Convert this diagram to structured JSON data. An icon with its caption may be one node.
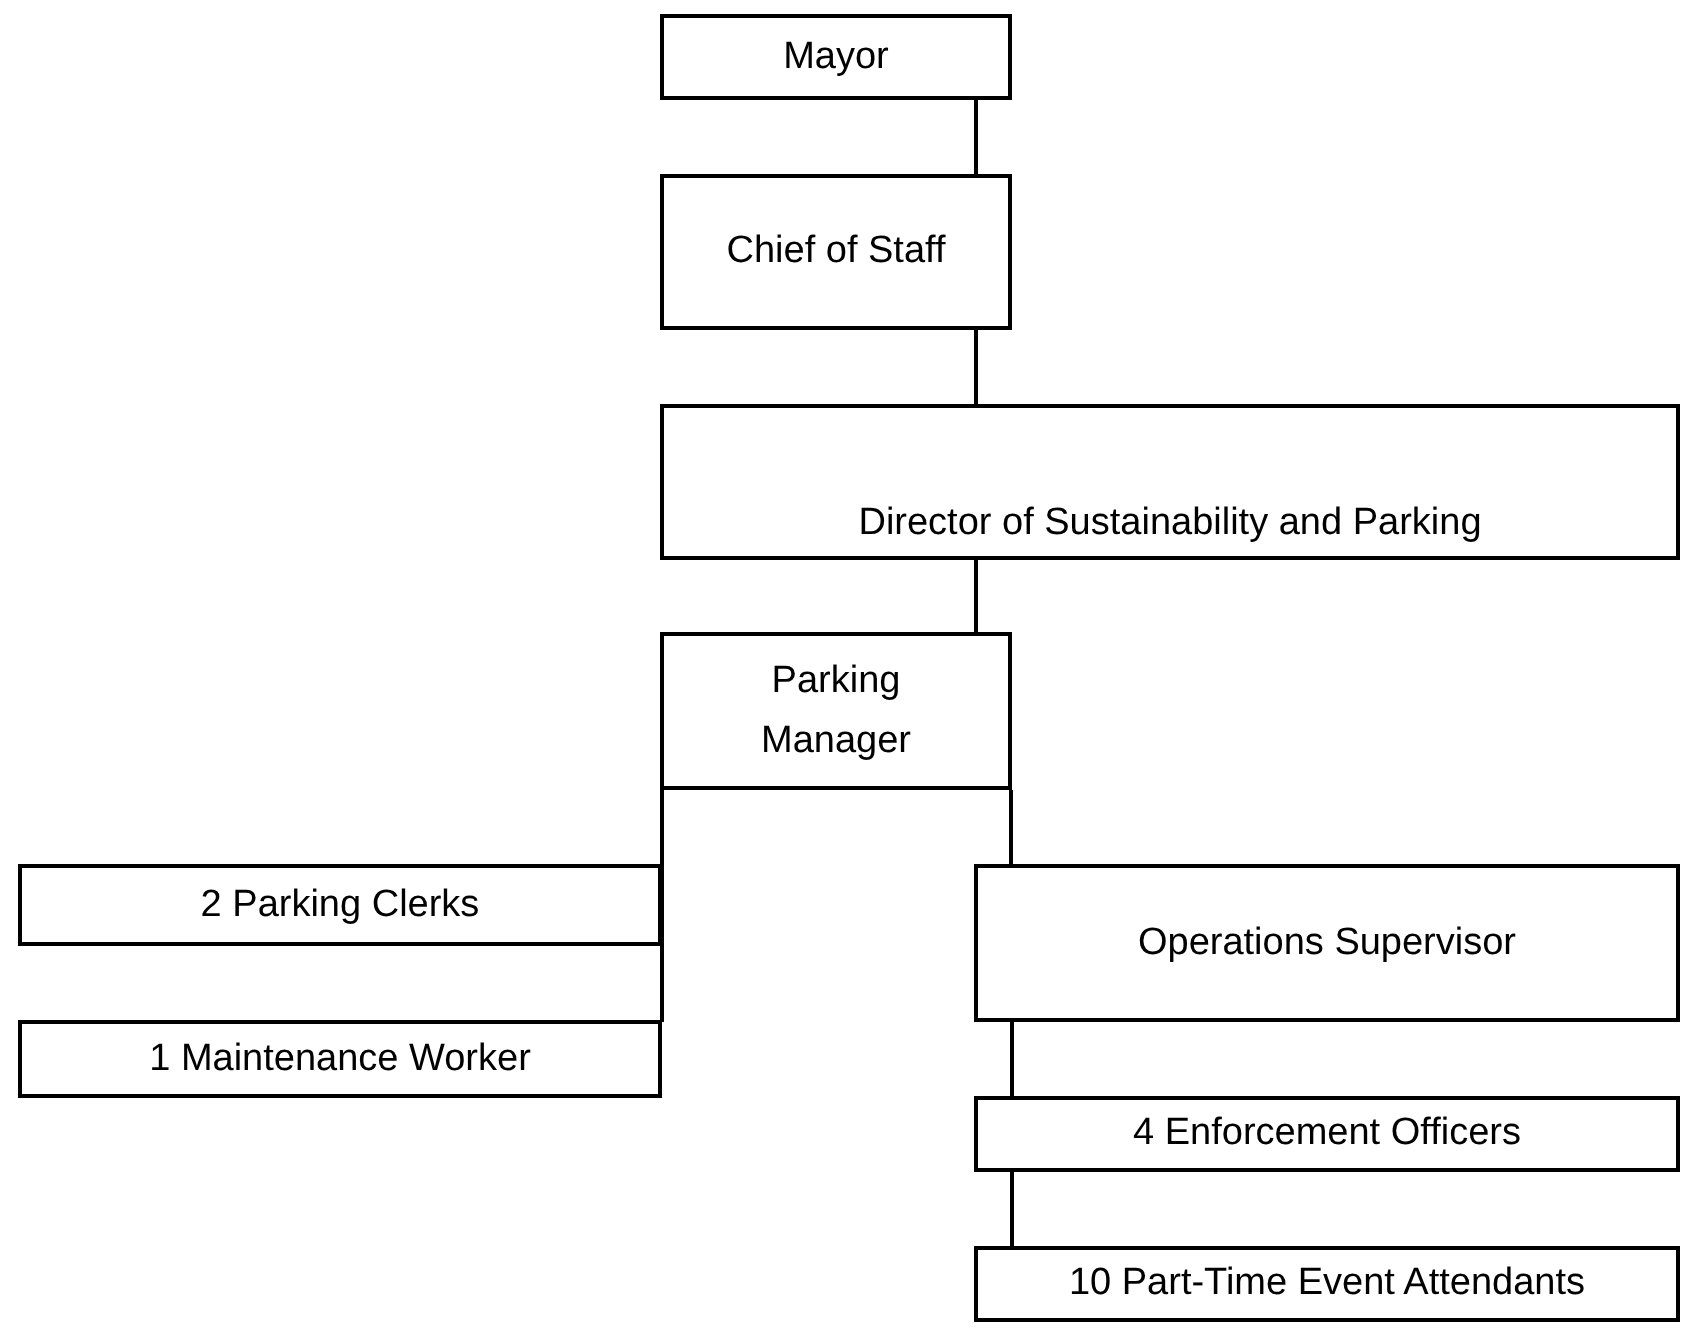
{
  "diagram": {
    "nodes": [
      {
        "text": [
          "Mayor"
        ]
      },
      {
        "text": [
          "Chief of Staff"
        ]
      },
      {
        "text": [
          "Director of Sustainability and Parking"
        ]
      },
      {
        "text": [
          "Parking Manager"
        ]
      },
      {
        "text": [
          "2 Parking Clerks"
        ]
      },
      {
        "text": [
          "1 Maintenance Worker"
        ]
      },
      {
        "text": [
          "Operations Supervisor"
        ]
      },
      {
        "text": [
          "4 Enforcement Officers"
        ]
      },
      {
        "text": [
          "10 Part-Time Event Attendants"
        ]
      }
    ],
    "edges": [
      {
        "from": 0,
        "to": 1,
        "arrow": "none"
      },
      {
        "from": 1,
        "to": 2,
        "arrow": "none"
      },
      {
        "from": 2,
        "to": 3,
        "arrow": "none"
      },
      {
        "from": 3,
        "to": 4,
        "arrow": "none"
      },
      {
        "from": 3,
        "to": 5,
        "arrow": "none"
      },
      {
        "from": 3,
        "to": 6,
        "arrow": "none"
      },
      {
        "from": 6,
        "to": 7,
        "arrow": "none"
      },
      {
        "from": 7,
        "to": 8,
        "arrow": "none"
      }
    ]
  }
}
